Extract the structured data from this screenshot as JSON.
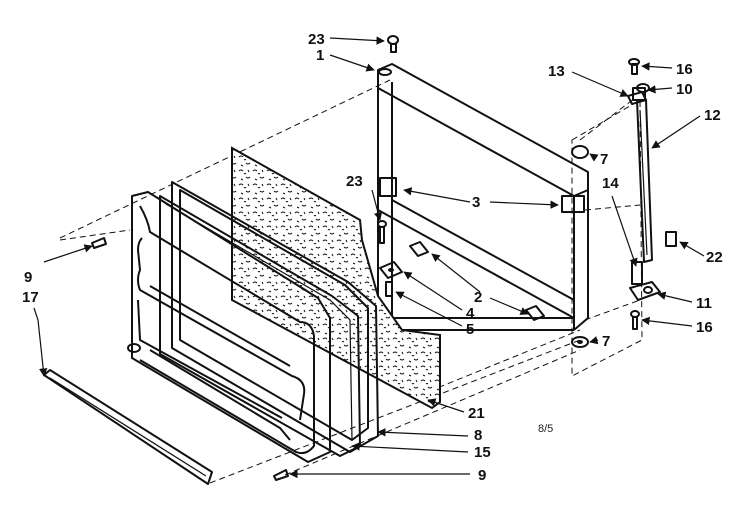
{
  "labels": {
    "l1": "1",
    "l2": "2",
    "l3": "3",
    "l4": "4",
    "l5": "5",
    "l7a": "7",
    "l7b": "7",
    "l8": "8",
    "l9a": "9",
    "l9b": "9",
    "l10": "10",
    "l11": "11",
    "l12": "12",
    "l13": "13",
    "l14": "14",
    "l15": "15",
    "l16a": "16",
    "l16b": "16",
    "l17": "17",
    "l21": "21",
    "l22": "22",
    "l23a": "23",
    "l23b": "23"
  },
  "footer": {
    "page_code": "8/5"
  }
}
